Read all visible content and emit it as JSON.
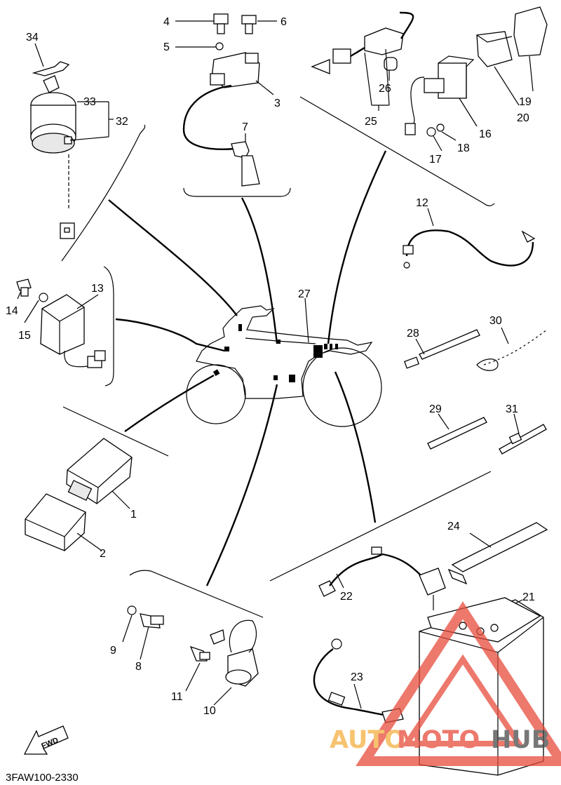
{
  "callouts": [
    "1",
    "2",
    "3",
    "4",
    "5",
    "6",
    "7",
    "8",
    "9",
    "10",
    "11",
    "12",
    "13",
    "14",
    "15",
    "16",
    "17",
    "18",
    "19",
    "20",
    "21",
    "22",
    "23",
    "24",
    "25",
    "26",
    "27",
    "28",
    "29",
    "30",
    "31",
    "32",
    "33",
    "34"
  ],
  "fwd_label": "FWD",
  "diagram_code": "3FAW100-2330",
  "watermark": {
    "auto": "AUTO",
    "moto": "MOTO",
    "hub": "HUB",
    "color_auto": "#f5b041",
    "color_moto": "#e74c3c",
    "color_hub": "#4a4a4a",
    "triangle_color": "#e74c3c"
  }
}
